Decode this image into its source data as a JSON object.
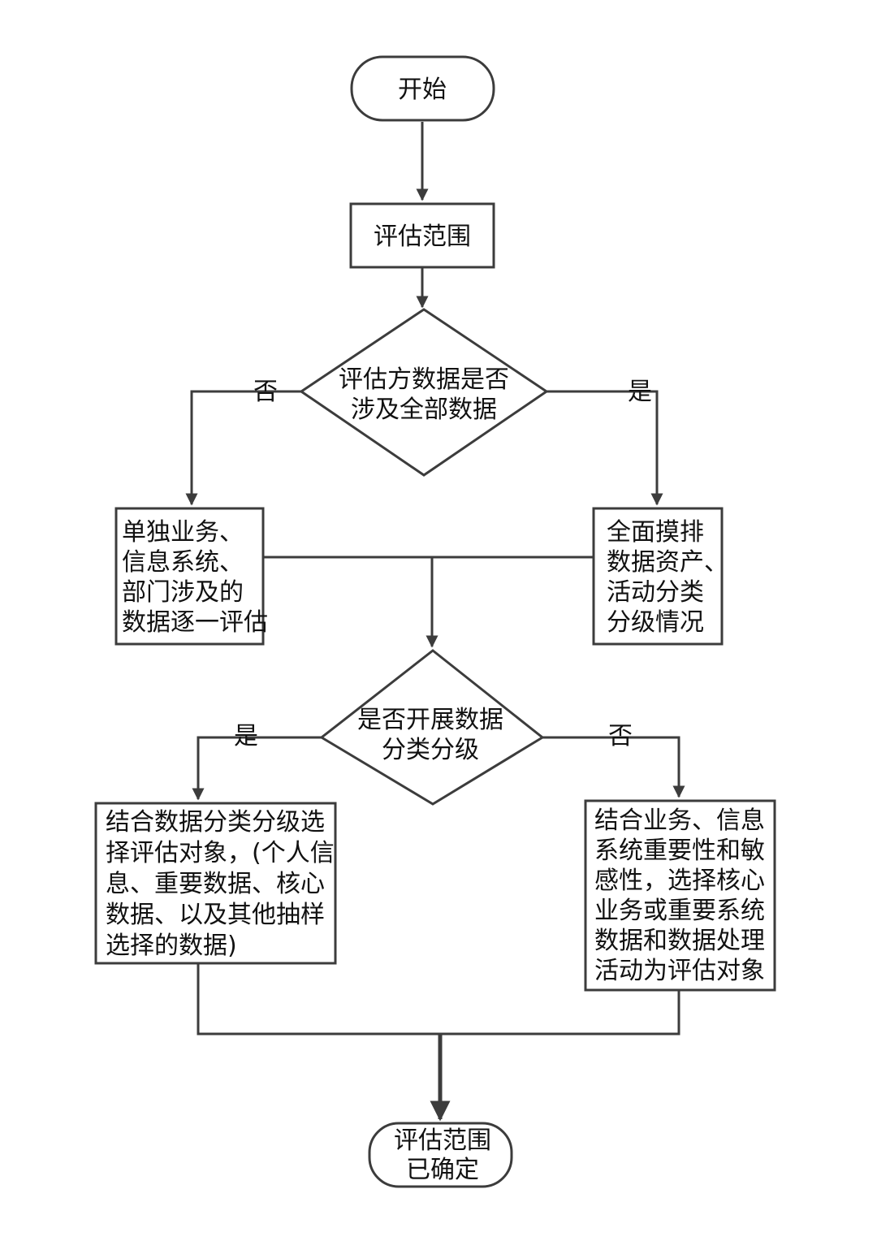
{
  "nodes": {
    "start": {
      "lines": [
        "开始"
      ]
    },
    "scope": {
      "lines": [
        "评估范围"
      ]
    },
    "decision_all_data": {
      "lines": [
        "评估方数据是否",
        "涉及全部数据"
      ]
    },
    "individual_assess": {
      "lines": [
        "单独业务、",
        "信息系统、",
        "部门涉及的",
        "数据逐一评估"
      ]
    },
    "full_survey": {
      "lines": [
        "全面摸排",
        "数据资产、",
        "活动分类",
        "分级情况"
      ]
    },
    "decision_classification": {
      "lines": [
        "是否开展数据",
        "分类分级"
      ]
    },
    "select_by_classification": {
      "lines": [
        "结合数据分类分级选",
        "择评估对象，(个人信",
        "息、重要数据、核心",
        "数据、以及其他抽样",
        "选择的数据)"
      ]
    },
    "select_by_importance": {
      "lines": [
        "结合业务、信息",
        "系统重要性和敏",
        "感性，选择核心",
        "业务或重要系统",
        "数据和数据处理",
        "活动为评估对象"
      ]
    },
    "end": {
      "lines": [
        "评估范围",
        "已确定"
      ]
    }
  },
  "edge_labels": {
    "d1_no": "否",
    "d1_yes": "是",
    "d2_yes": "是",
    "d2_no": "否"
  }
}
